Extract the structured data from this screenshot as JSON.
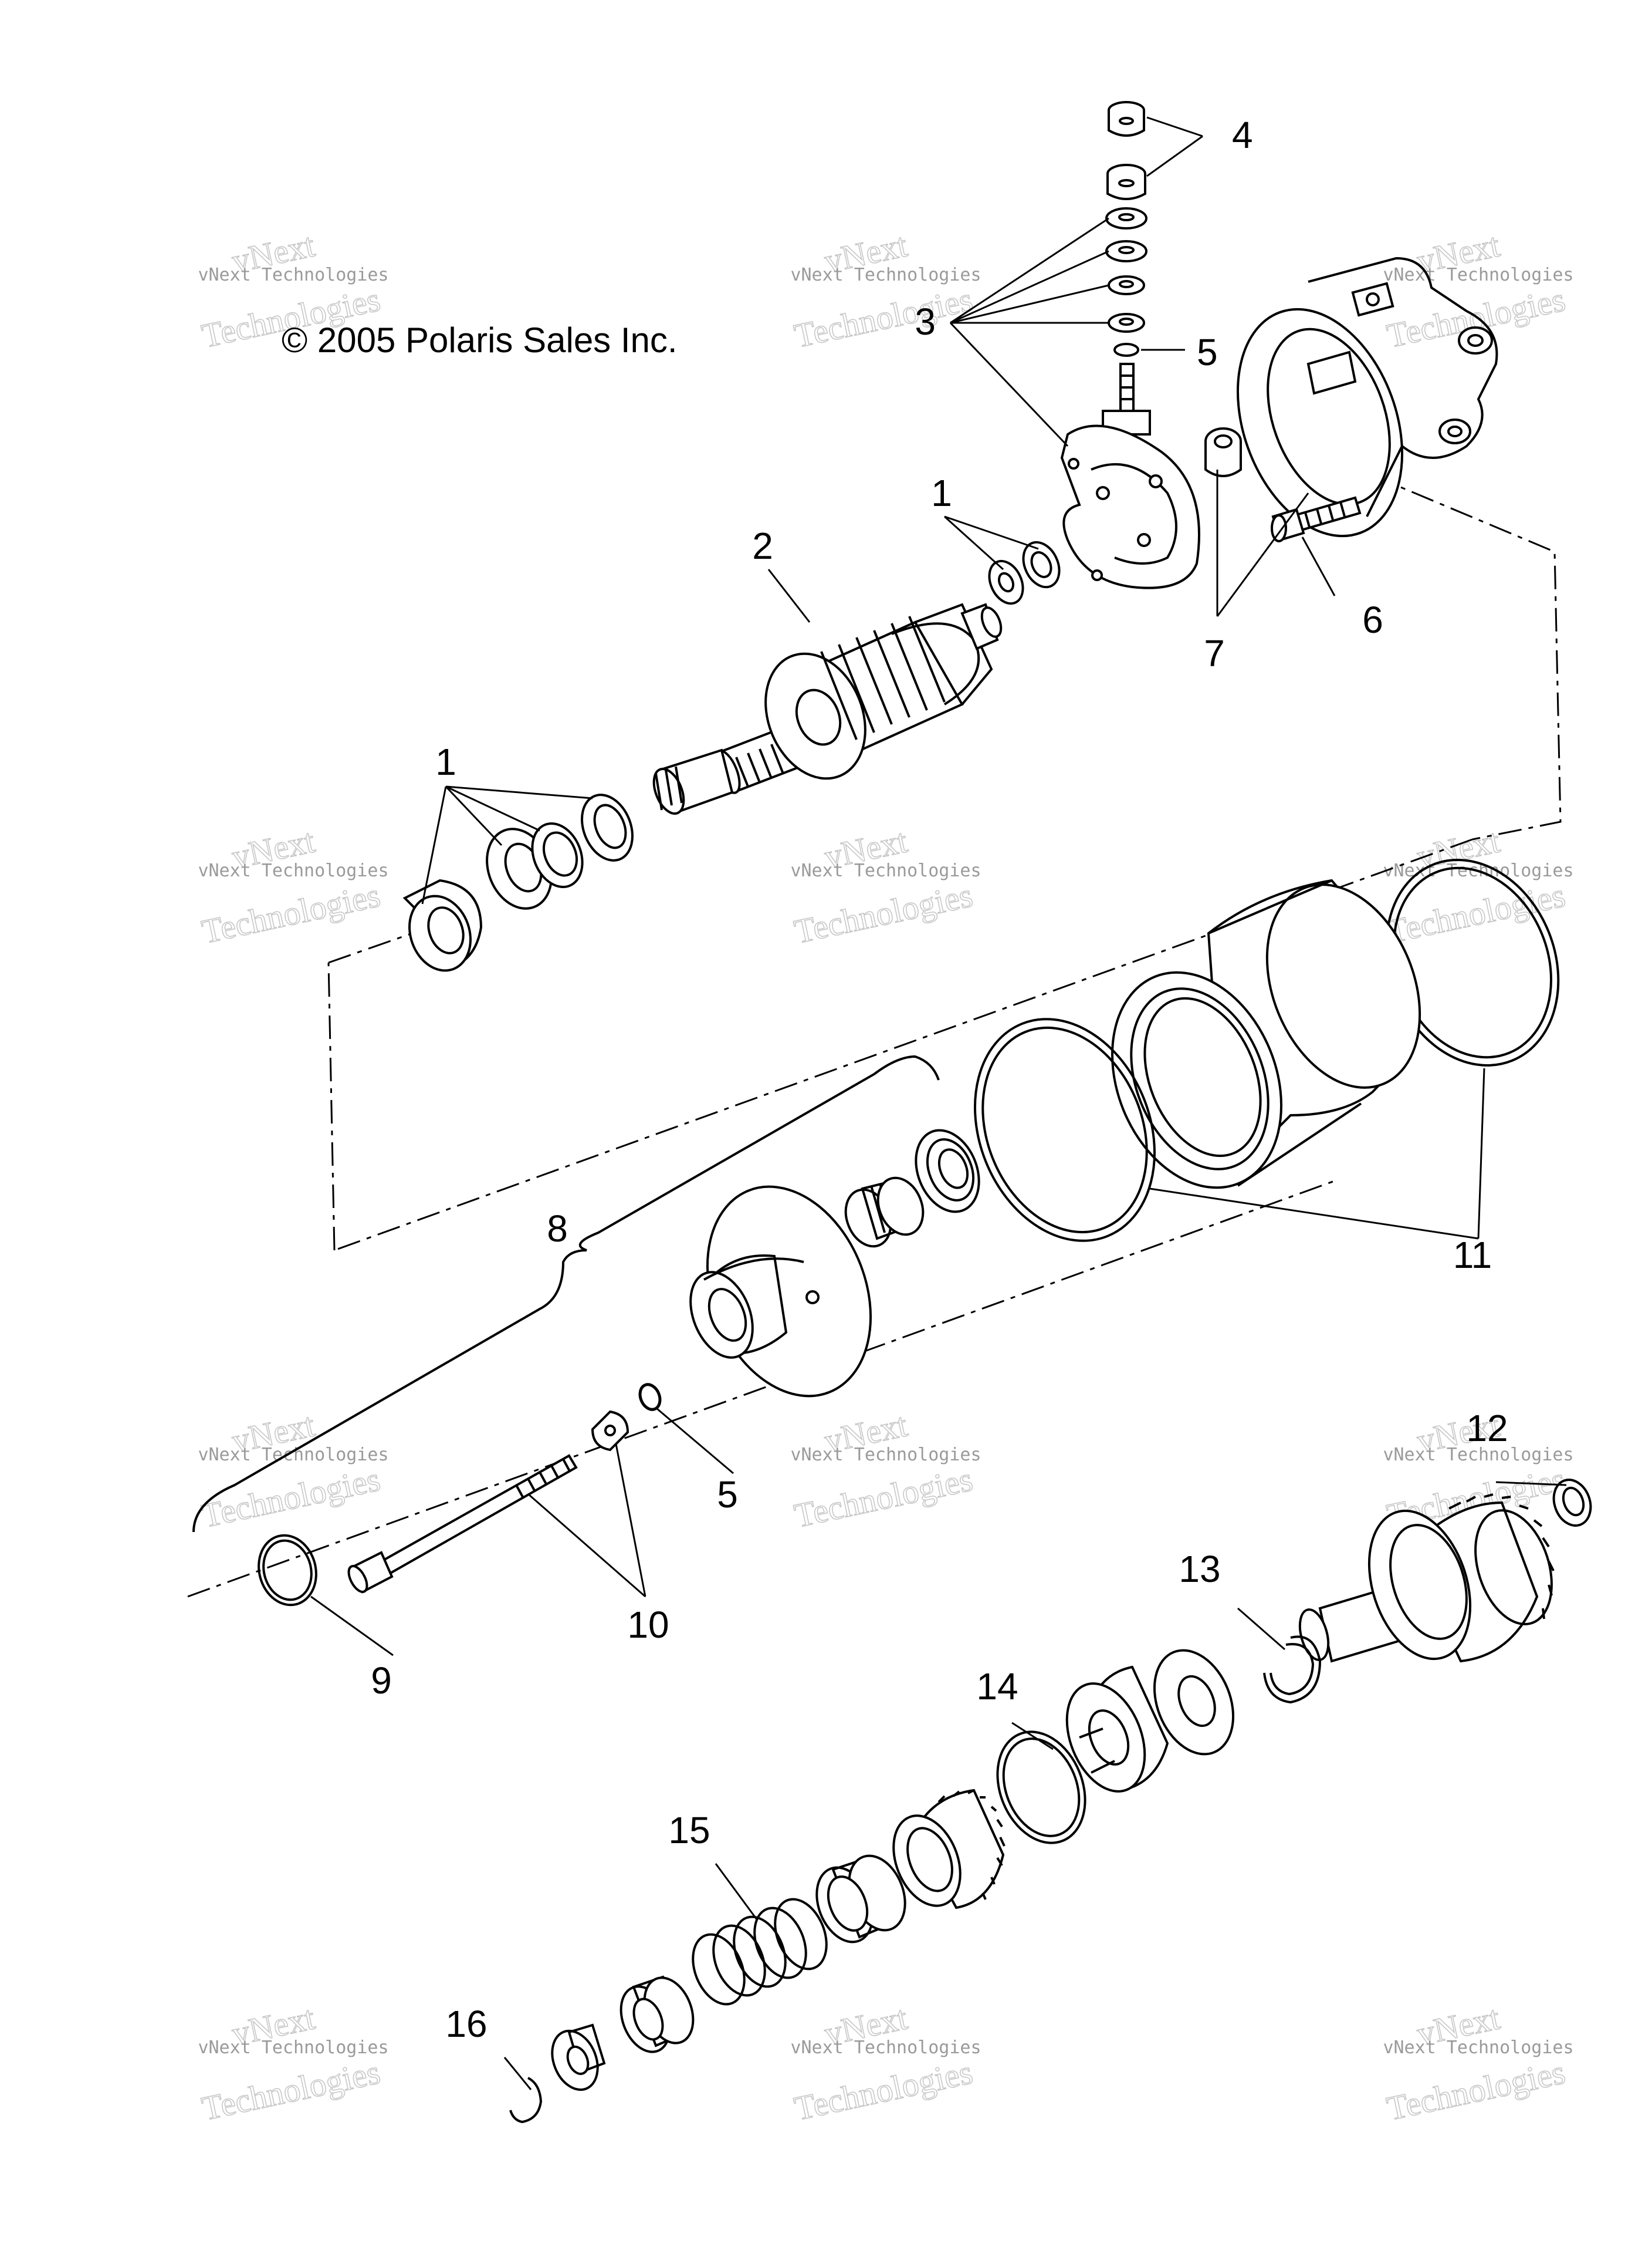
{
  "copyright": "© 2005 Polaris Sales Inc.",
  "watermark": {
    "line1": "vNext",
    "line2": "vNext Technologies",
    "line3": "Technologies"
  },
  "callouts": {
    "c1a": "1",
    "c1b": "1",
    "c2": "2",
    "c3": "3",
    "c4": "4",
    "c5a": "5",
    "c5b": "5",
    "c6": "6",
    "c7": "7",
    "c8": "8",
    "c9": "9",
    "c10": "10",
    "c11": "11",
    "c12": "12",
    "c13": "13",
    "c14": "14",
    "c15": "15",
    "c16": "16"
  },
  "colors": {
    "ink": "#000000",
    "watermark": "#c8c8c8",
    "background": "#ffffff"
  }
}
